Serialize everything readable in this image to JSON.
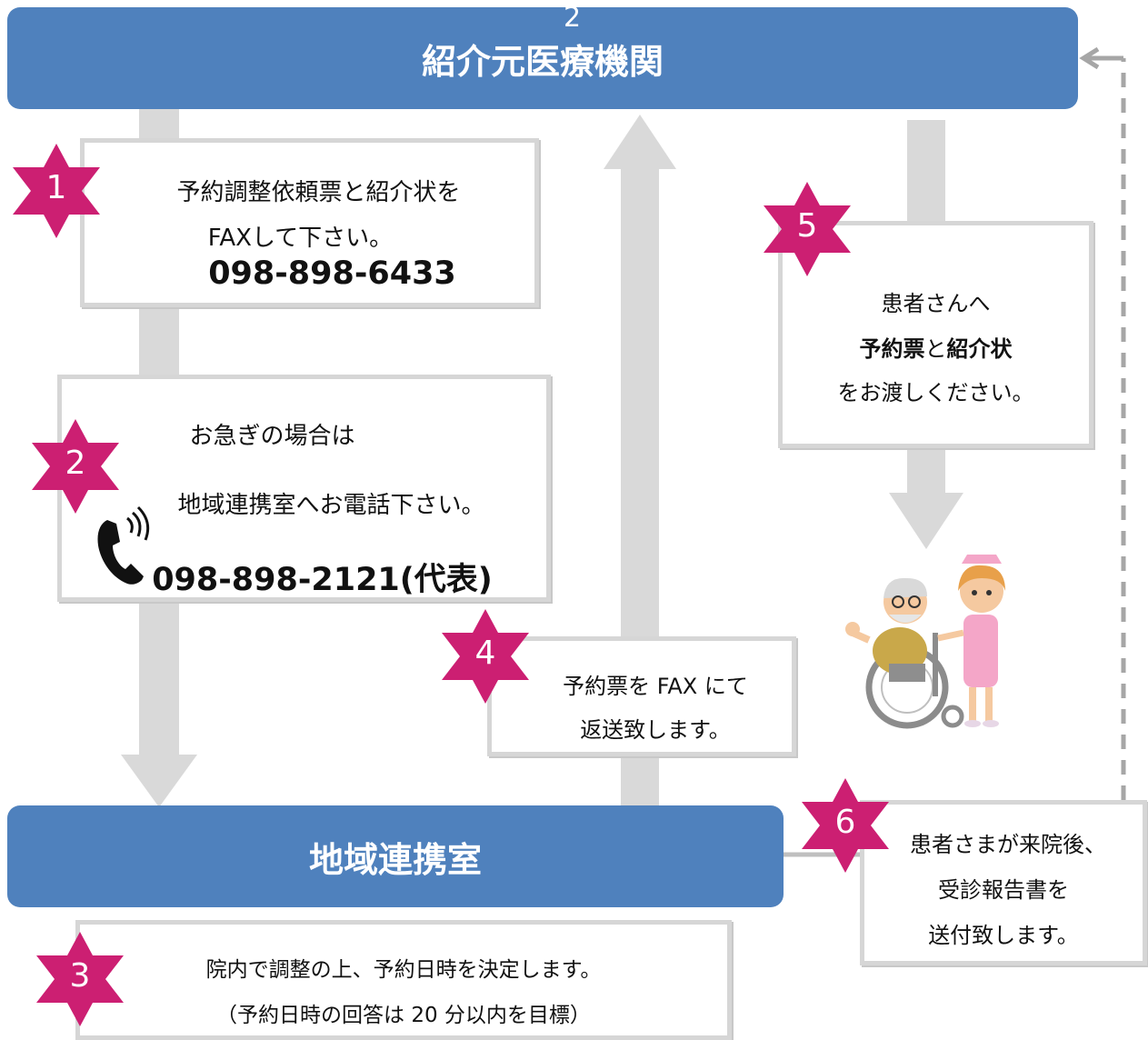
{
  "top_bar": {
    "label": "紹介元医療機関",
    "stray_digit": "2"
  },
  "bottom_bar": {
    "label": "地域連携室"
  },
  "steps": [
    {
      "num": "1",
      "lines": [
        "予約調整依頼票と紹介状を",
        "FAXして下さい。"
      ],
      "phone": "098-898-6433"
    },
    {
      "num": "2",
      "lines": [
        "お急ぎの場合は",
        "地域連携室へお電話下さい。"
      ],
      "phone": "098-898-2121(代表)"
    },
    {
      "num": "3",
      "lines": [
        "院内で調整の上、予約日時を決定します。",
        "（予約日時の回答は 20 分以内を目標）"
      ]
    },
    {
      "num": "4",
      "lines": [
        "予約票を FAX にて",
        "返送致します。"
      ]
    },
    {
      "num": "5",
      "line1": "患者さんへ",
      "line2_a": "予約票",
      "line2_b": "と",
      "line2_c": "紹介状",
      "line3": "をお渡しください。"
    },
    {
      "num": "6",
      "lines": [
        "患者さまが来院後、",
        "受診報告書を",
        "送付致します。"
      ]
    }
  ],
  "colors": {
    "bar": "#4f81bd",
    "star": "#cc1f72",
    "arrow": "#d9d9d9",
    "dashed": "#a6a6a6"
  }
}
